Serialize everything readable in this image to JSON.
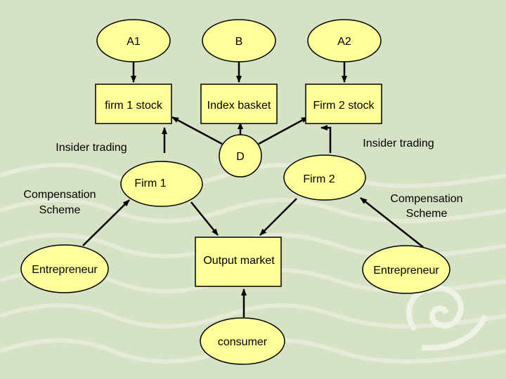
{
  "colors": {
    "background": "#d5e2c4",
    "decoration": "#e6eedb",
    "shape_fill": "#ffff99",
    "stroke": "#000000",
    "text": "#000000"
  },
  "nodes": {
    "a1": "A1",
    "b": "B",
    "a2": "A2",
    "firm1_stock": "firm 1 stock",
    "index_basket": "Index basket",
    "firm2_stock": "Firm 2 stock",
    "d": "D",
    "firm1": "Firm 1",
    "firm2": "Firm 2",
    "entrepreneur_left": "Entrepreneur",
    "entrepreneur_right": "Entrepreneur",
    "output_market": "Output market",
    "consumer": "consumer"
  },
  "labels": {
    "insider_trading_left": "Insider trading",
    "insider_trading_right": "Insider trading",
    "compensation_left_line1": "Compensation",
    "compensation_left_line2": "Scheme",
    "compensation_right_line1": "Compensation",
    "compensation_right_line2": "Scheme"
  }
}
